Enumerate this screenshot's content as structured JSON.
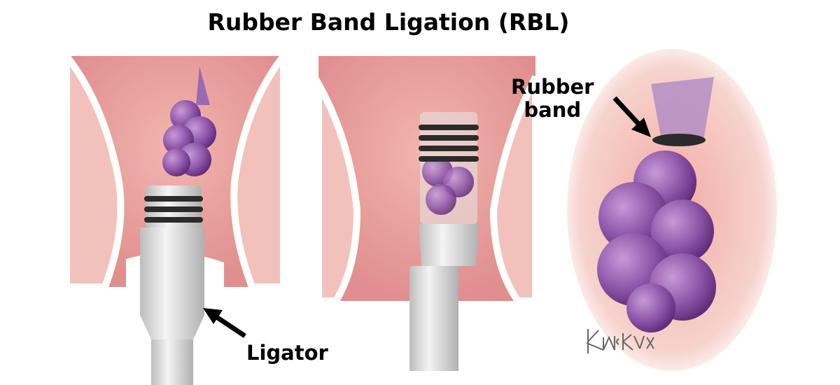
{
  "title": "Rubber Band Ligation (RBL)",
  "labels": {
    "rubber_band": "Rubber band",
    "rubber_band_line1": "Rubber",
    "rubber_band_line2": "band",
    "ligator": "Ligator"
  },
  "signature": "K McKAY",
  "colors": {
    "tissue": "#e9a0a0",
    "tissue_light": "#f6cfc8",
    "hemorrhoid": "#8a4fa0",
    "band": "#2b2b2b",
    "ligator": "#dcdcdc"
  }
}
